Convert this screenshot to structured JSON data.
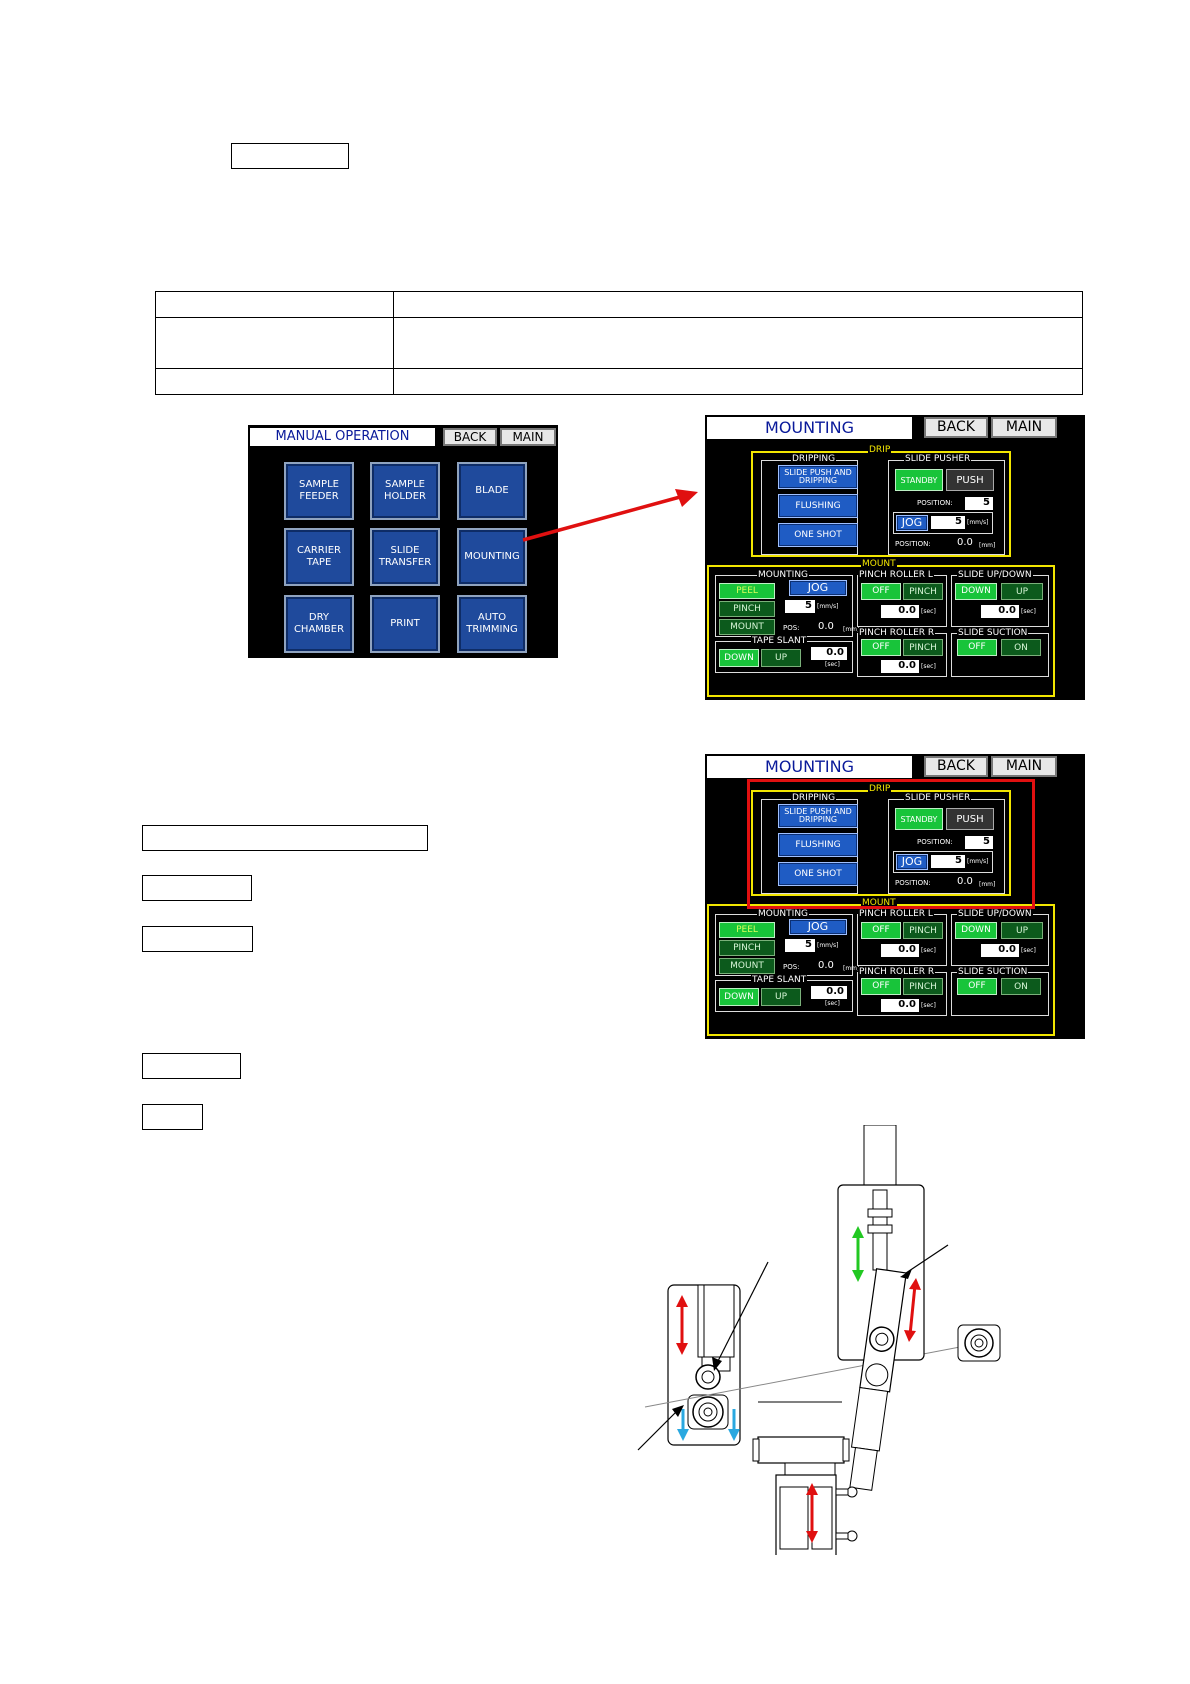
{
  "manual_operation": {
    "title": "MANUAL OPERATION",
    "back": "BACK",
    "main": "MAIN",
    "buttons": [
      "SAMPLE\nFEEDER",
      "SAMPLE\nHOLDER",
      "BLADE",
      "CARRIER\nTAPE",
      "SLIDE\nTRANSFER",
      "MOUNTING",
      "DRY\nCHAMBER",
      "PRINT",
      "AUTO\nTRIMMING"
    ]
  },
  "mounting": {
    "title": "MOUNTING",
    "back": "BACK",
    "main": "MAIN",
    "drip": "DRIP",
    "dripping": "DRIPPING",
    "slide_push_dripping": "SLIDE PUSH AND DRIPPING",
    "flushing": "FLUSHING",
    "one_shot": "ONE SHOT",
    "slide_pusher": "SLIDE PUSHER",
    "standby": "STANDBY",
    "push": "PUSH",
    "position_label": "POSITION:",
    "position_value": "5",
    "jog": "JOG",
    "jog_value": "5",
    "unit_mms": "[mm/s]",
    "position2_value": "0.0",
    "unit_mm": "[mm]",
    "mount": "MOUNT",
    "mounting_label": "MOUNTING",
    "peel": "PEEL",
    "pinch": "PINCH",
    "mount_btn": "MOUNT",
    "pos_label": "POS:",
    "pos_value": "0.0",
    "pinch_roller_l": "PINCH ROLLER L",
    "pinch_roller_r": "PINCH ROLLER R",
    "off": "OFF",
    "zero_sec": "0.0",
    "unit_sec": "[sec]",
    "slide_updown": "SLIDE UP/DOWN",
    "down": "DOWN",
    "up": "UP",
    "tape_slant": "TAPE SLANT",
    "slide_suction": "SLIDE SUCTION",
    "on": "ON"
  },
  "colors": {
    "screen_bg": "#000000",
    "button_blue": "#1f4a9c",
    "active_green": "#18c43a",
    "frame_yellow": "#f2e600",
    "highlight_red": "#e01010"
  }
}
